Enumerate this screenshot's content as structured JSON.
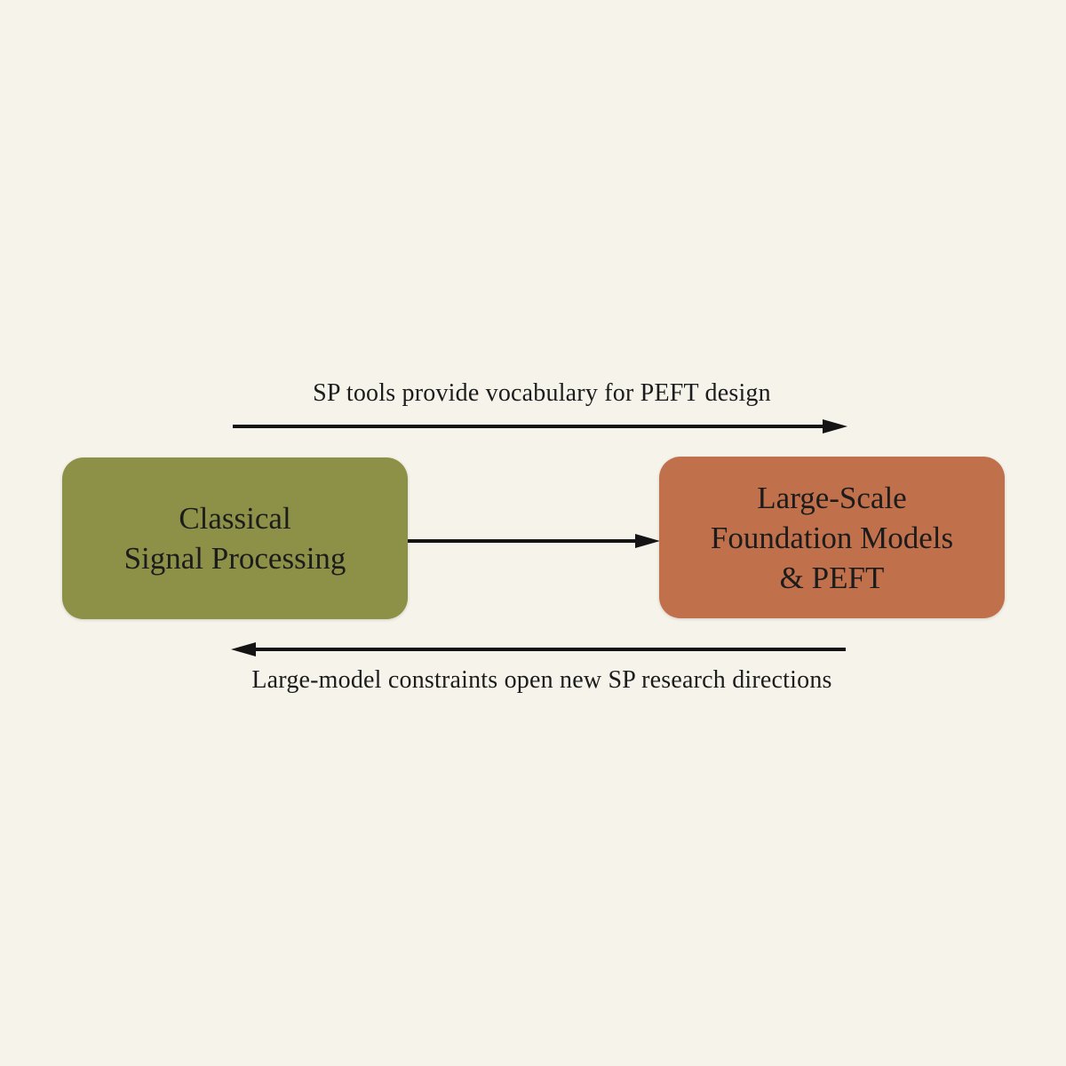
{
  "diagram": {
    "top_flow": {
      "label": "SP tools provide vocabulary for PEFT design",
      "direction": "right"
    },
    "bottom_flow": {
      "label": "Large-model constraints open new SP research directions",
      "direction": "left"
    },
    "middle_flow": {
      "direction": "right"
    },
    "left_box": {
      "lines": [
        "Classical",
        "Signal Processing"
      ]
    },
    "right_box": {
      "lines": [
        "Large-Scale",
        "Foundation Models",
        "& PEFT"
      ]
    }
  },
  "colors": {
    "background": "#F5F3EA",
    "left_box": "#8D9148",
    "right_box": "#C1704C",
    "text": "#1C1C1C",
    "arrow": "#141414"
  }
}
